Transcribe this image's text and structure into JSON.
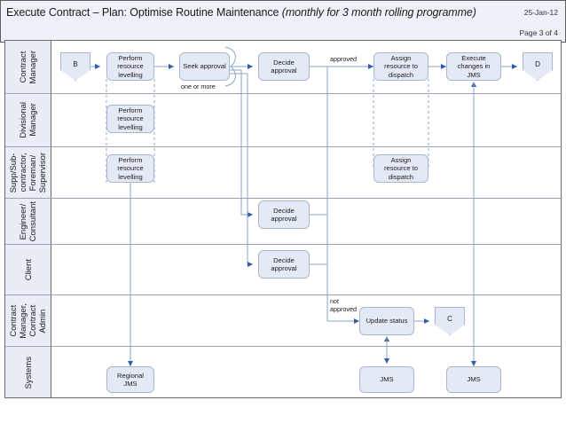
{
  "header": {
    "title_main": "Execute Contract – Plan: Optimise Routine Maintenance ",
    "title_italic": "(monthly for 3 month rolling programme)",
    "date": "25-Jan-12",
    "page_label": "Page 3 of 4"
  },
  "lanes": [
    {
      "id": "contract-manager",
      "label": "Contract\nManager"
    },
    {
      "id": "divisional-manager",
      "label": "Divisional\nManager"
    },
    {
      "id": "supp-subcontractor",
      "label": "Supp/Sub-\ncontractor,\nForeman/\nSupervisor"
    },
    {
      "id": "engineer-consultant",
      "label": "Engineer/\nConsultant"
    },
    {
      "id": "client",
      "label": "Client"
    },
    {
      "id": "contract-manager-admin",
      "label": "Contract\nManager,\nContract\nAdmin"
    },
    {
      "id": "systems",
      "label": "Systems"
    }
  ],
  "nodes": [
    {
      "id": "start-b",
      "label": "B",
      "shape": "pentagon",
      "lane": "contract-manager"
    },
    {
      "id": "perform-lev-1",
      "label": "Perform resource levelling",
      "shape": "task",
      "lane": "contract-manager"
    },
    {
      "id": "seek-approval",
      "label": "Seek approval",
      "shape": "task",
      "lane": "contract-manager"
    },
    {
      "id": "decide-approval-cm",
      "label": "Decide approval",
      "shape": "task",
      "lane": "contract-manager"
    },
    {
      "id": "assign-res-cm",
      "label": "Assign resource to dispatch",
      "shape": "task",
      "lane": "contract-manager"
    },
    {
      "id": "execute-changes",
      "label": "Execute changes in JMS",
      "shape": "task",
      "lane": "contract-manager"
    },
    {
      "id": "end-d",
      "label": "D",
      "shape": "pentagon",
      "lane": "contract-manager"
    },
    {
      "id": "perform-lev-2",
      "label": "Perform resource levelling",
      "shape": "task",
      "lane": "divisional-manager"
    },
    {
      "id": "perform-lev-3",
      "label": "Perform resource levelling",
      "shape": "task",
      "lane": "supp-subcontractor"
    },
    {
      "id": "assign-res-sub",
      "label": "Assign resource to dispatch",
      "shape": "task",
      "lane": "supp-subcontractor"
    },
    {
      "id": "decide-approval-eng",
      "label": "Decide approval",
      "shape": "task",
      "lane": "engineer-consultant"
    },
    {
      "id": "decide-approval-cli",
      "label": "Decide approval",
      "shape": "task",
      "lane": "client"
    },
    {
      "id": "update-status",
      "label": "Update status",
      "shape": "task",
      "lane": "contract-manager-admin"
    },
    {
      "id": "end-c",
      "label": "C",
      "shape": "pentagon",
      "lane": "contract-manager-admin"
    },
    {
      "id": "regional-jms",
      "label": "Regional JMS",
      "shape": "task",
      "lane": "systems"
    },
    {
      "id": "jms-mid",
      "label": "JMS",
      "shape": "task",
      "lane": "systems"
    },
    {
      "id": "jms-right",
      "label": "JMS",
      "shape": "task",
      "lane": "systems"
    }
  ],
  "edge_labels": [
    {
      "id": "one-or-more",
      "text": "one or more"
    },
    {
      "id": "approved",
      "text": "approved"
    },
    {
      "id": "not-approved",
      "text": "not\napproved"
    }
  ],
  "colors": {
    "node_fill": "#e4eaf5",
    "node_border": "#a9b6cd",
    "lane_header_fill": "#e9edf6",
    "connector": "#8fa3c8",
    "arrow": "#2f5fa8",
    "frame_border": "#6b6b6b",
    "titlebar_fill": "#eef1f8"
  }
}
